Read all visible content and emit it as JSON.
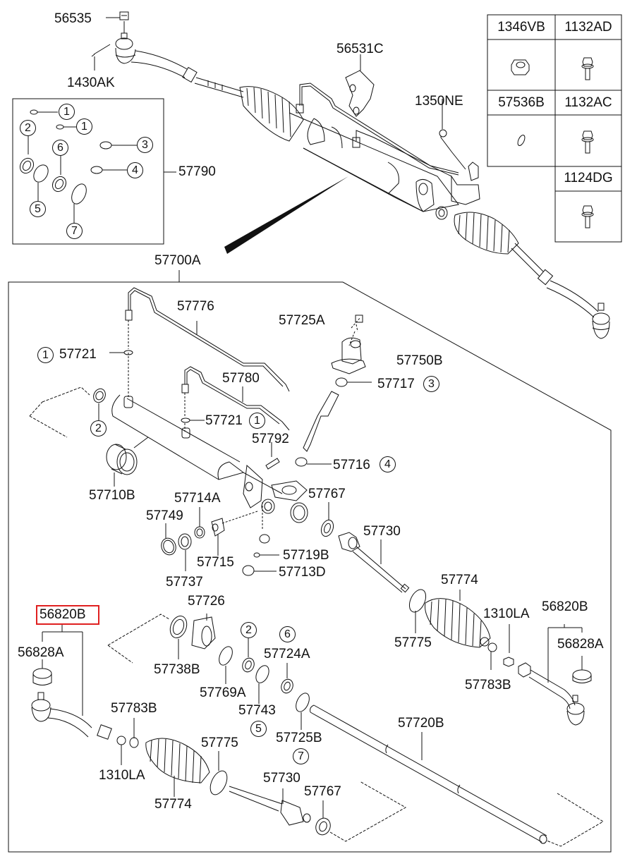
{
  "diagram": {
    "title": "Power Steering Gear Box Assembly",
    "highlighted_part": "56820B",
    "highlight_color": "#e02020",
    "line_color": "#111111"
  },
  "hardware_table": {
    "cells": [
      {
        "part": "1346VB",
        "icon": "hex-nut-icon"
      },
      {
        "part": "1132AD",
        "icon": "flange-bolt-icon"
      },
      {
        "part": "57536B",
        "icon": "o-ring-icon"
      },
      {
        "part": "1132AC",
        "icon": "flange-bolt-icon"
      },
      {
        "part": "1124DG",
        "icon": "flange-bolt-icon"
      }
    ]
  },
  "seal_kit": {
    "part": "57790",
    "items": [
      "1",
      "1",
      "2",
      "3",
      "4",
      "5",
      "6",
      "7"
    ]
  },
  "top_assembly_labels": {
    "nut": "56535",
    "cotter_pin": "1430AK",
    "bracket": "56531C",
    "washer": "1350NE"
  },
  "gear_assembly": {
    "part": "57700A",
    "labels": {
      "tube_a": "57776",
      "o_ring_top": "57721",
      "o_ring_top_ref": "1",
      "bolt": "57725A",
      "valve_housing": "57750B",
      "seal_3": "57717",
      "seal_3_ref": "3",
      "tube_b": "57780",
      "o_ring_mid": "57721",
      "o_ring_mid_ref": "1",
      "pin": "57792",
      "seal_4": "57716",
      "seal_4_ref": "4",
      "seal_2_ref": "2",
      "bushing": "57710B",
      "yoke_plug": "57749",
      "yoke_spring": "57714A",
      "washer_left": "57767",
      "locknut": "57737",
      "yoke": "57715",
      "nut_small": "57719B",
      "cap": "57713D",
      "inner_tie_rod_right": "57730",
      "boot_right": "57774",
      "clamp_right": "57775",
      "nut_right": "1310LA",
      "clip_right": "57783B",
      "tie_rod_end_right": "56820B",
      "boot_kit_right": "56828A",
      "left_tie_rod_end": "56820B",
      "left_boot_kit": "56828A",
      "rack_bushing": "57726",
      "seal_holder": "57738B",
      "snap_ring": "57769A",
      "seal_2_lower_ref": "2",
      "seal_6_ref": "6",
      "rack_seal": "57724A",
      "o_ring_lower": "57743",
      "o_ring_lower_ref": "5",
      "o_ring_7": "57725B",
      "o_ring_7_ref": "7",
      "rack": "57720B",
      "clip_left": "57783B",
      "nut_left": "1310LA",
      "boot_left": "57774",
      "clamp_left": "57775",
      "inner_tie_rod_left": "57730",
      "washer_right_lower": "57767"
    }
  }
}
